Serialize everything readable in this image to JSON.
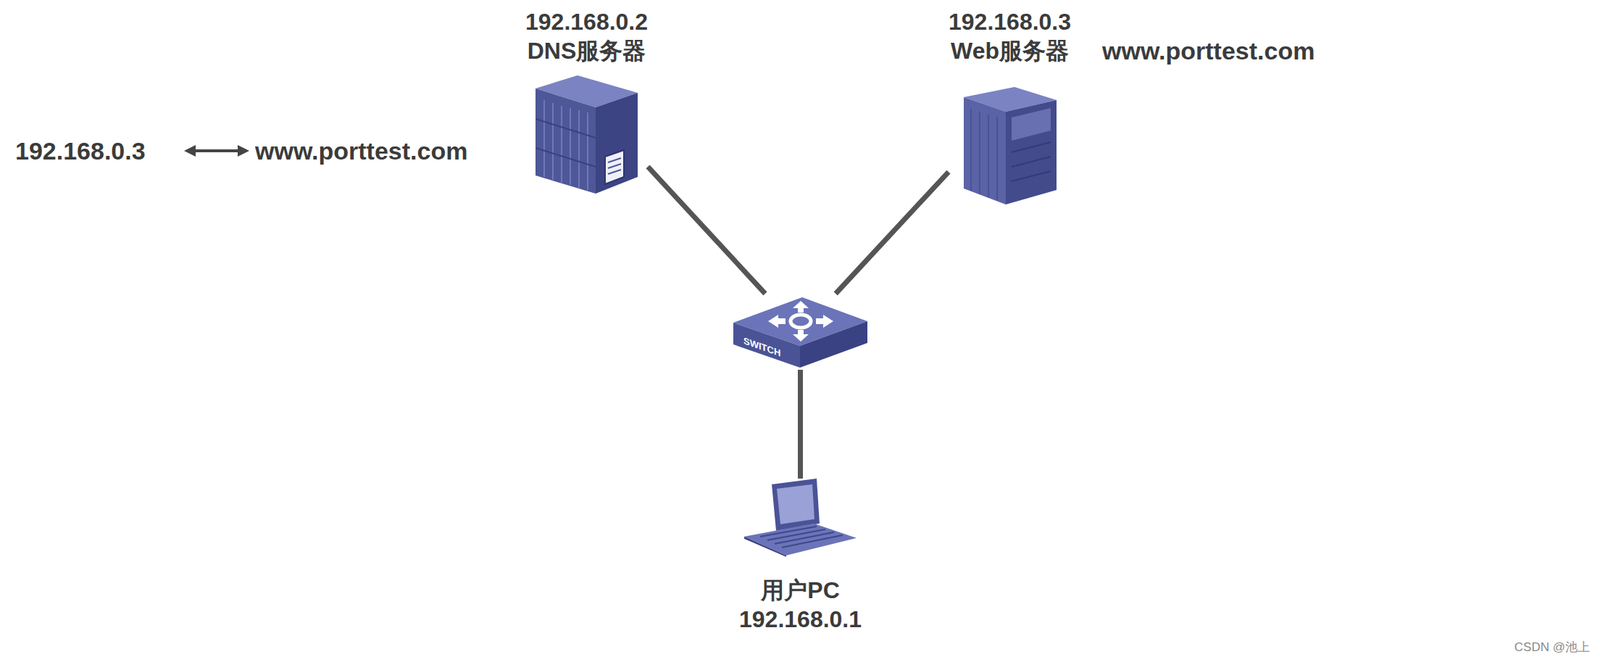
{
  "diagram": {
    "nodes": [
      {
        "text": [
          "192.168.0.2",
          "DNS服务器"
        ]
      },
      {
        "text": [
          "192.168.0.3",
          "Web服务器"
        ]
      },
      {
        "text": [
          "SWITCH"
        ]
      },
      {
        "text": [
          "用户PC",
          "192.168.0.1"
        ]
      }
    ],
    "edges": [
      {
        "from": 0,
        "to": 2,
        "arrow": "none"
      },
      {
        "from": 1,
        "to": 2,
        "arrow": "none"
      },
      {
        "from": 3,
        "to": 2,
        "arrow": "none"
      }
    ],
    "labels": [
      "192.168.0.3",
      "www.porttest.com",
      "www.porttest.com",
      "CSDN @池上"
    ]
  }
}
